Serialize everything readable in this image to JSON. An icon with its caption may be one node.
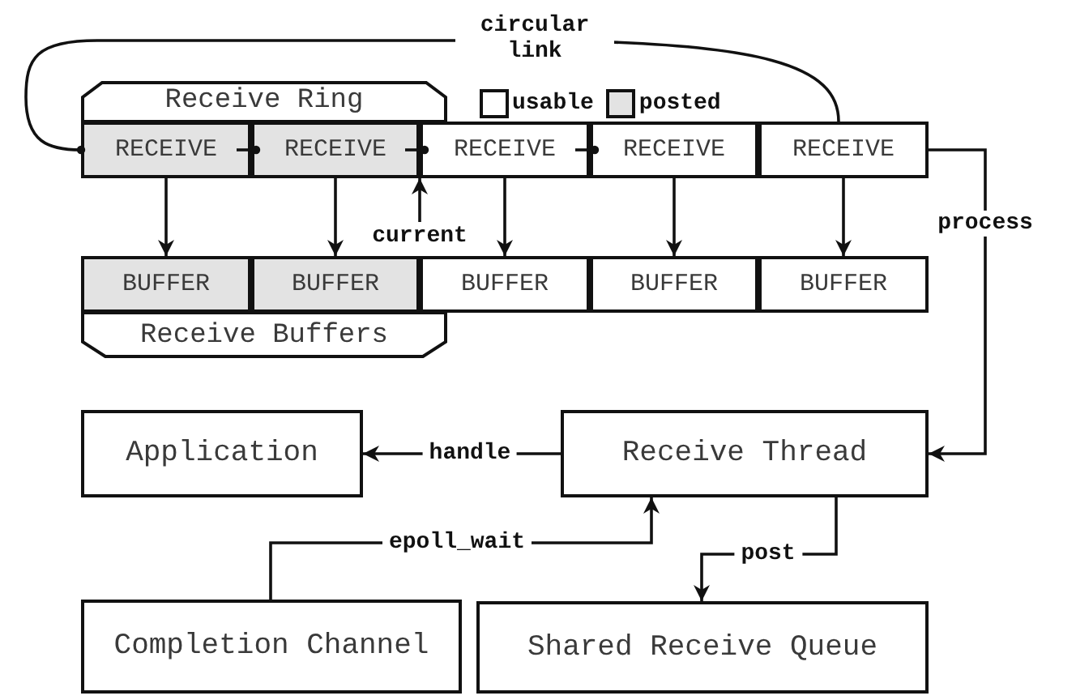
{
  "diagram": {
    "nodes": [
      {
        "text": [
          "Receive Ring"
        ]
      },
      {
        "text": [
          "RECEIVE"
        ]
      },
      {
        "text": [
          "RECEIVE"
        ]
      },
      {
        "text": [
          "RECEIVE"
        ]
      },
      {
        "text": [
          "RECEIVE"
        ]
      },
      {
        "text": [
          "RECEIVE"
        ]
      },
      {
        "text": [
          "current"
        ]
      },
      {
        "text": [
          "BUFFER"
        ]
      },
      {
        "text": [
          "BUFFER"
        ]
      },
      {
        "text": [
          "BUFFER"
        ]
      },
      {
        "text": [
          "BUFFER"
        ]
      },
      {
        "text": [
          "BUFFER"
        ]
      },
      {
        "text": [
          "Receive Buffers"
        ]
      },
      {
        "text": [
          "Application"
        ]
      },
      {
        "text": [
          "Receive Thread"
        ]
      },
      {
        "text": [
          "Completion Channel"
        ]
      },
      {
        "text": [
          "Shared Receive Queue"
        ]
      }
    ],
    "edges": [
      {
        "from": 5,
        "to": 1,
        "arrow": "other",
        "label": "circular link"
      },
      {
        "from": 1,
        "to": 2,
        "arrow": "other"
      },
      {
        "from": 2,
        "to": 3,
        "arrow": "other"
      },
      {
        "from": 3,
        "to": 4,
        "arrow": "other"
      },
      {
        "from": 1,
        "to": 7,
        "arrow": "to"
      },
      {
        "from": 2,
        "to": 8,
        "arrow": "to"
      },
      {
        "from": 3,
        "to": 9,
        "arrow": "to"
      },
      {
        "from": 4,
        "to": 10,
        "arrow": "to"
      },
      {
        "from": 5,
        "to": 11,
        "arrow": "to"
      },
      {
        "from": 6,
        "to": 3,
        "arrow": "to"
      },
      {
        "from": 5,
        "to": 14,
        "arrow": "to",
        "label": "process"
      },
      {
        "from": 14,
        "to": 13,
        "arrow": "to",
        "label": "handle"
      },
      {
        "from": 15,
        "to": 14,
        "arrow": "to",
        "label": "epoll_wait"
      },
      {
        "from": 14,
        "to": 16,
        "arrow": "to",
        "label": "post"
      }
    ],
    "legend": [
      {
        "text": "usable",
        "color": "#ffffff"
      },
      {
        "text": "posted",
        "color": "#e3e3e3"
      }
    ]
  }
}
